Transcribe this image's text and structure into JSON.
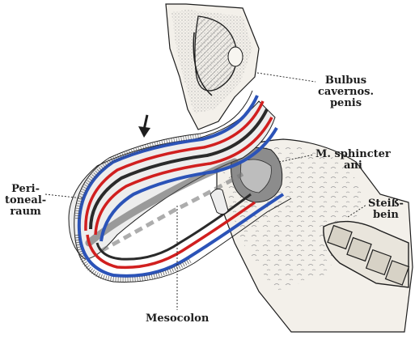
{
  "colors": {
    "background": "#ffffff",
    "ink": "#1e1e1e",
    "tissue_fill": "#f3f0ea",
    "hatch": "#8a8a8a",
    "red_layer": "#d11f1f",
    "blue_layer": "#2b53b8",
    "dark_band": "#2a2a2a"
  },
  "labels": {
    "bulbus": [
      "Bulbus",
      "cavernos.",
      "penis"
    ],
    "sphincter": [
      "M. sphincter",
      "ani"
    ],
    "steissbein": [
      "Steiß-",
      "bein"
    ],
    "peritonealraum": [
      "Peri-",
      "toneal-",
      "raum"
    ],
    "mesocolon": "Mesocolon"
  },
  "icons": {
    "arrow": "down-arrow-icon"
  }
}
